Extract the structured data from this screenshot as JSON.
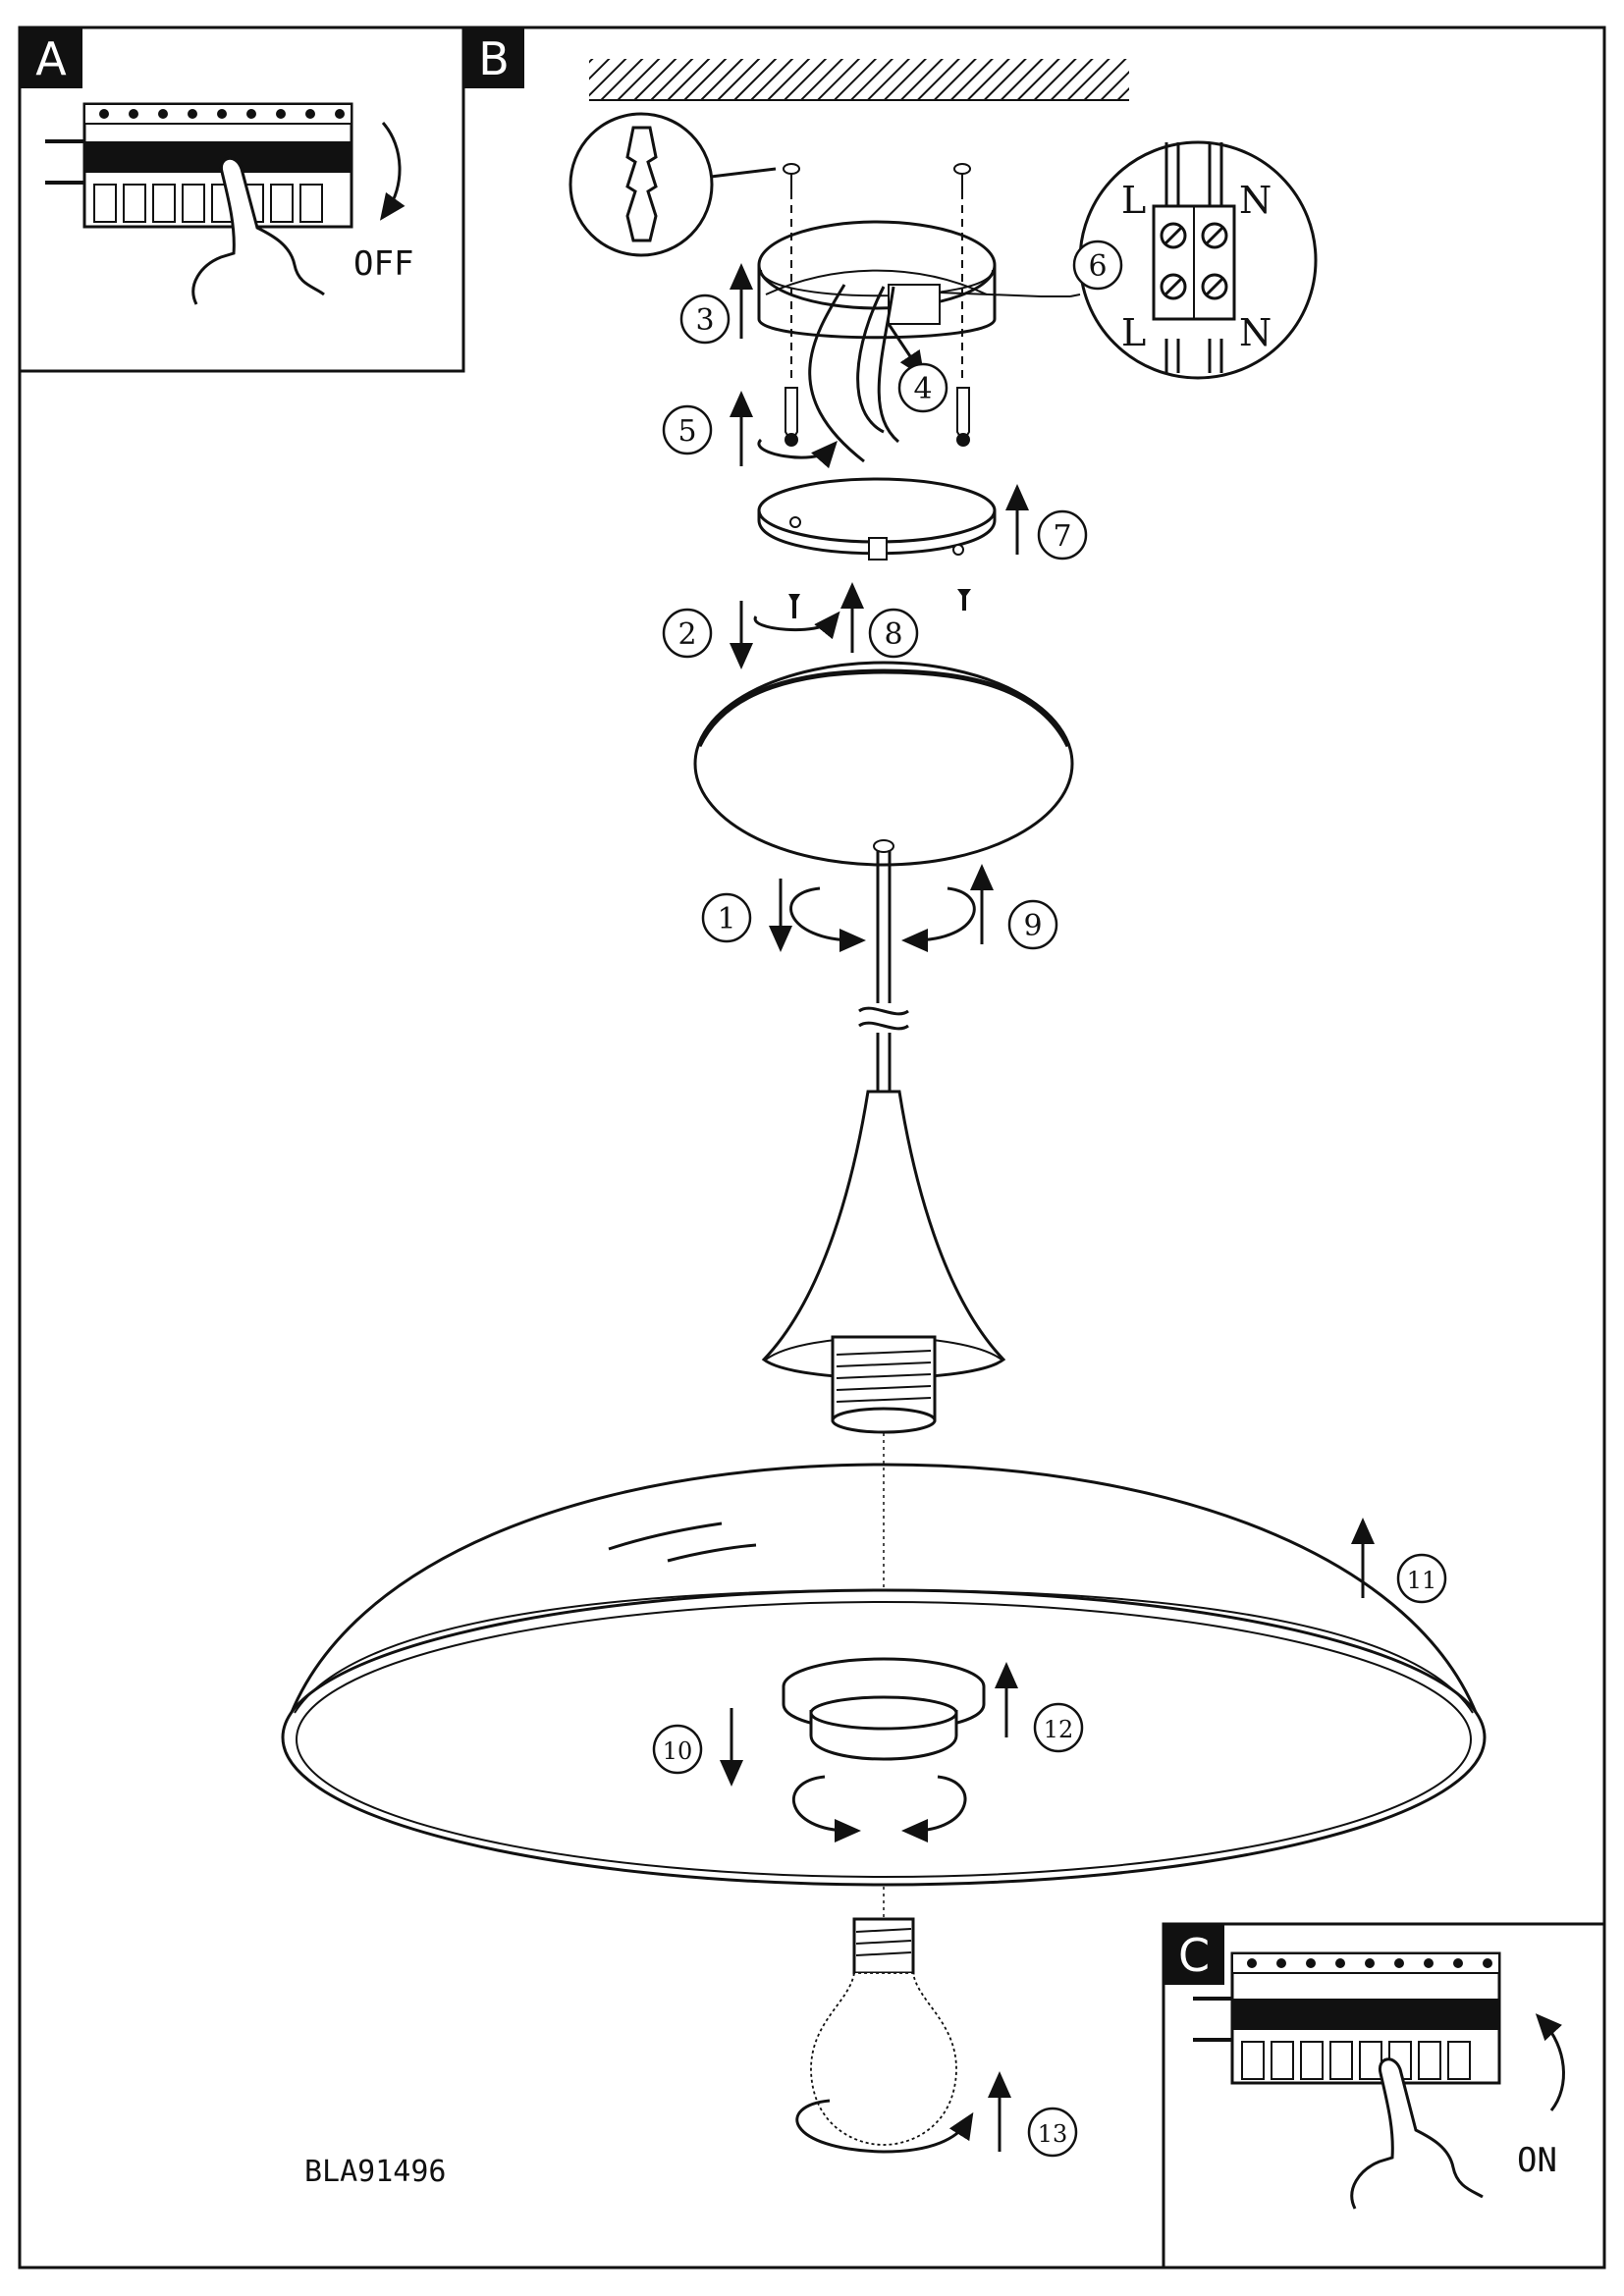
{
  "sections": {
    "a": "A",
    "b": "B",
    "c": "C"
  },
  "switch_labels": {
    "off": "OFF",
    "on": "ON"
  },
  "terminal_labels": {
    "l_top": "L",
    "n_top": "N",
    "l_bottom": "L",
    "n_bottom": "N"
  },
  "steps": [
    "1",
    "2",
    "3",
    "4",
    "5",
    "6",
    "7",
    "8",
    "9",
    "10",
    "11",
    "12",
    "13"
  ],
  "model_code": "BLA91496",
  "colors": {
    "line": "#111111",
    "panel_fill": "#111111",
    "paper": "#ffffff"
  }
}
